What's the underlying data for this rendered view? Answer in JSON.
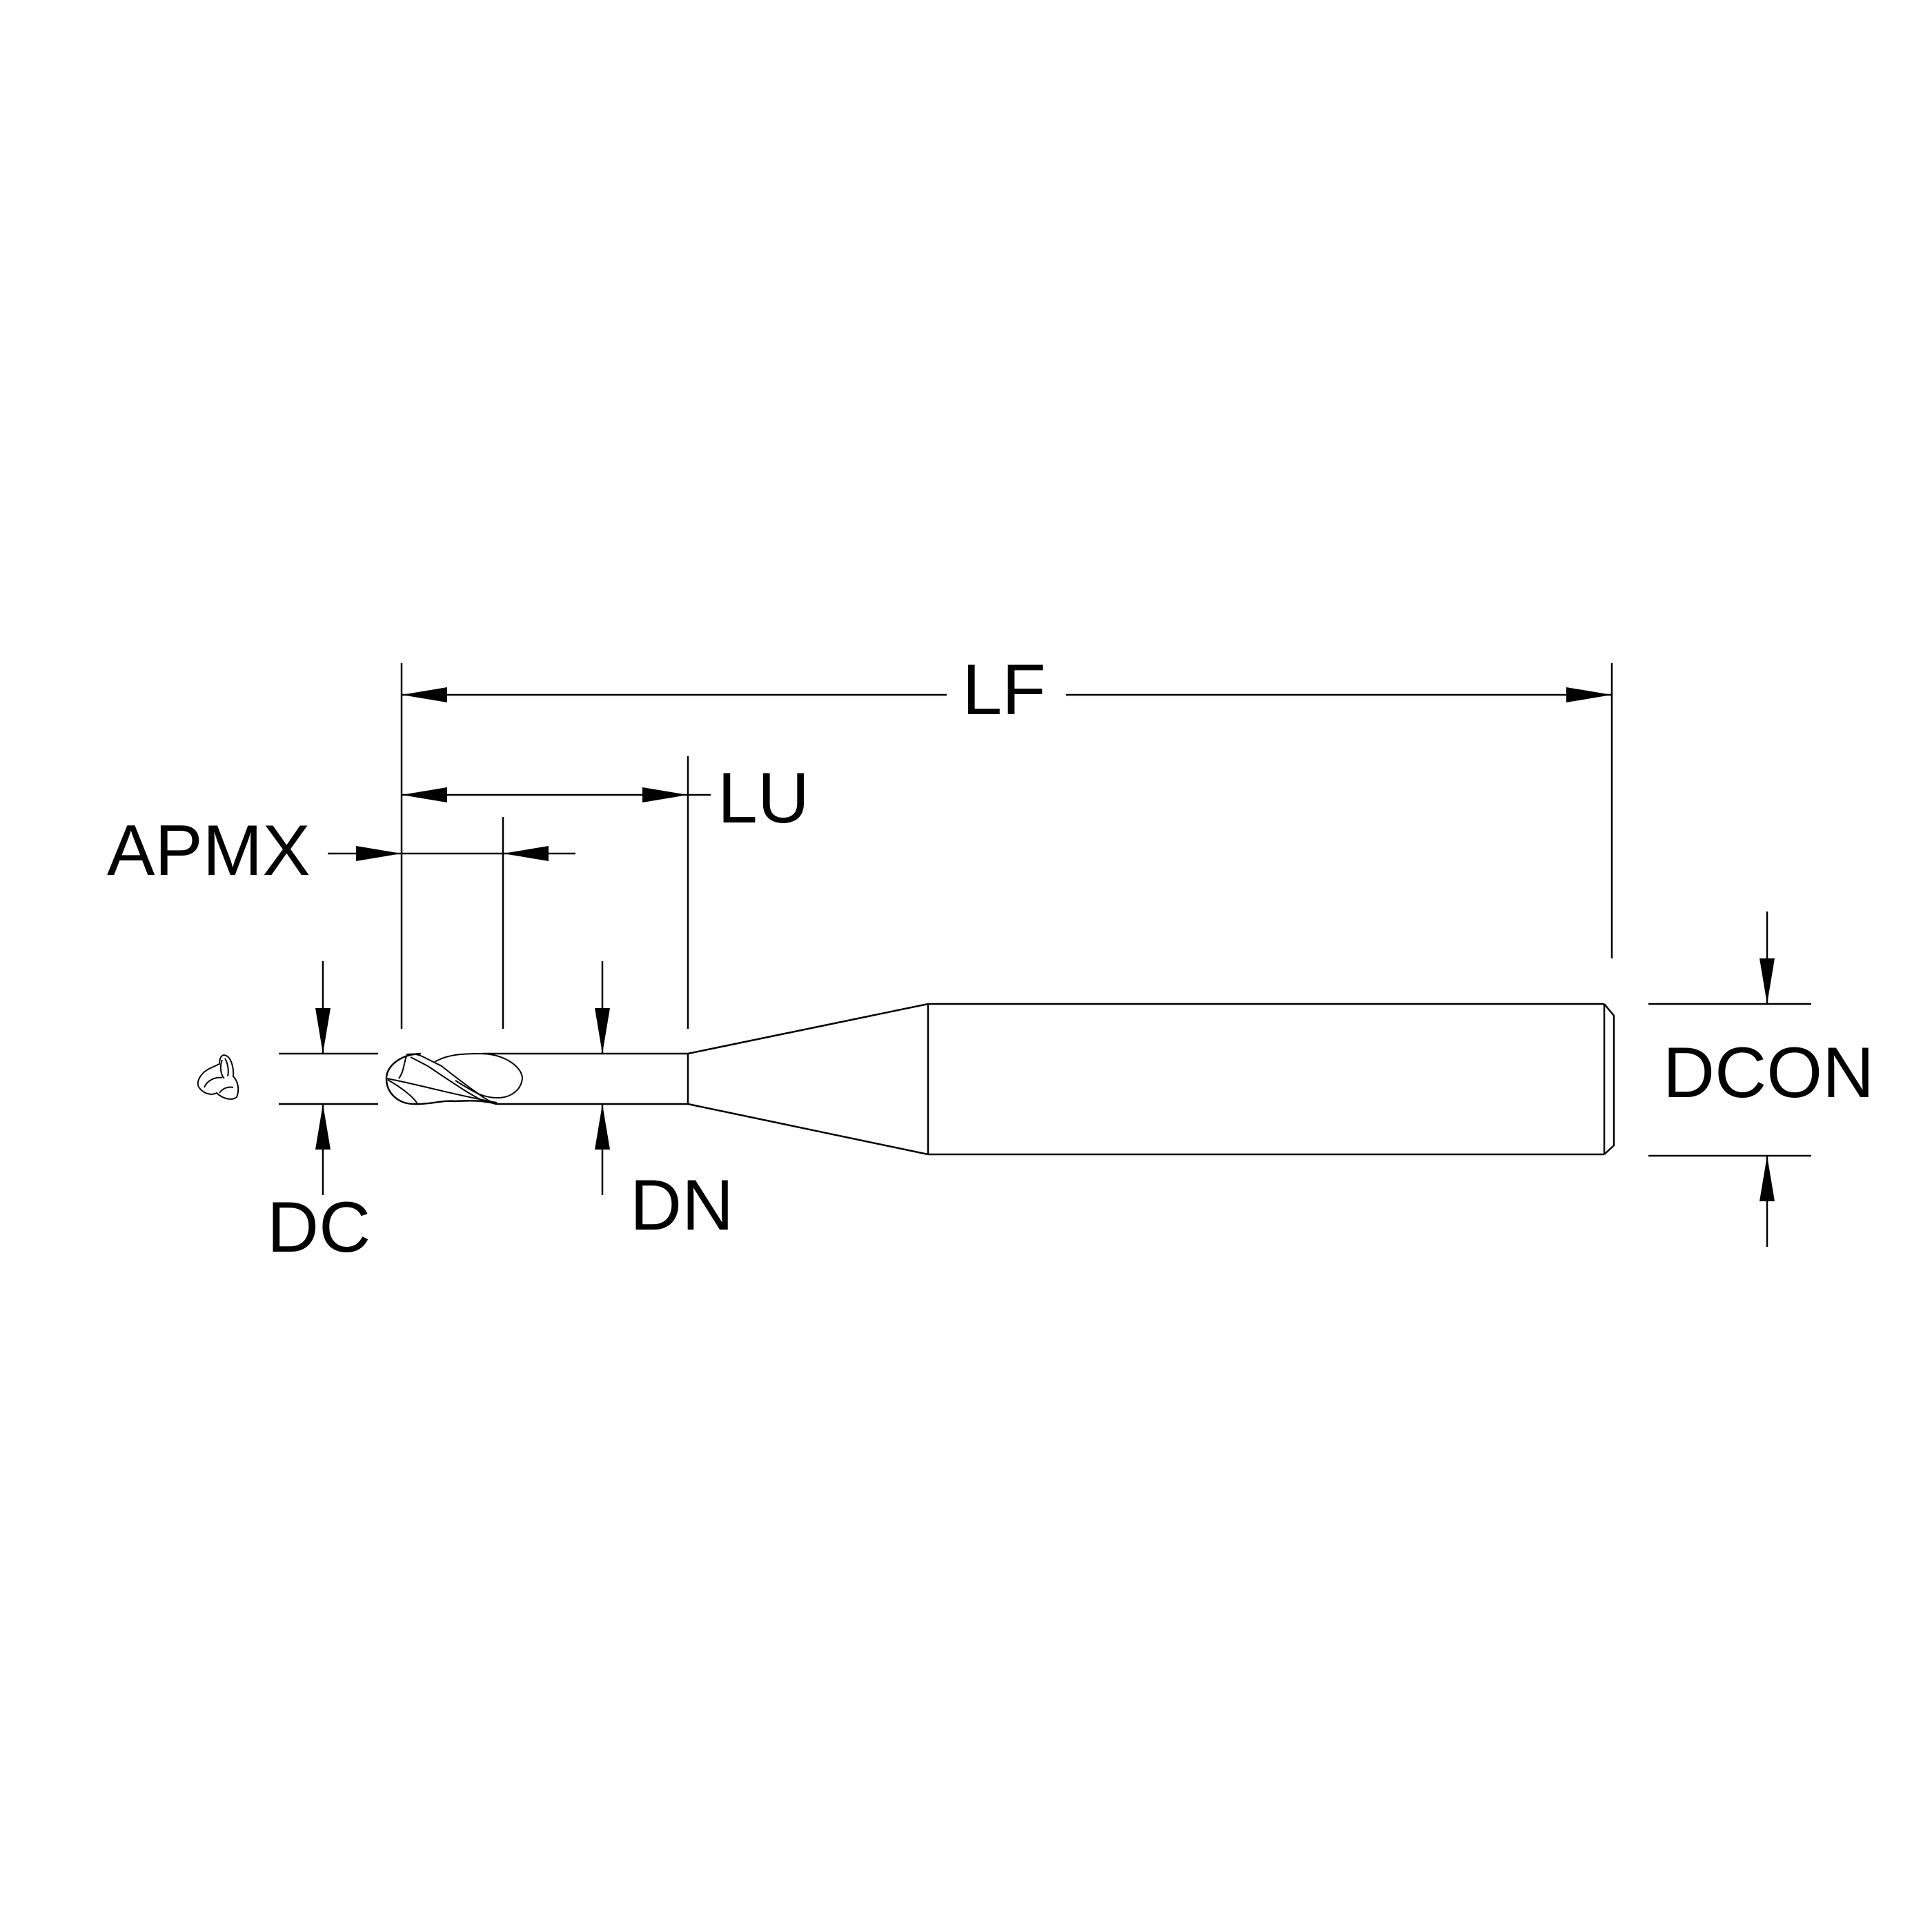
{
  "title": "Ball nose end mill dimension drawing",
  "colors": {
    "line": "#000000",
    "background": "#ffffff"
  },
  "labels": {
    "lf": "LF",
    "lu": "LU",
    "apmx": "APMX",
    "dc": "DC",
    "dn": "DN",
    "dcon": "DCON"
  }
}
